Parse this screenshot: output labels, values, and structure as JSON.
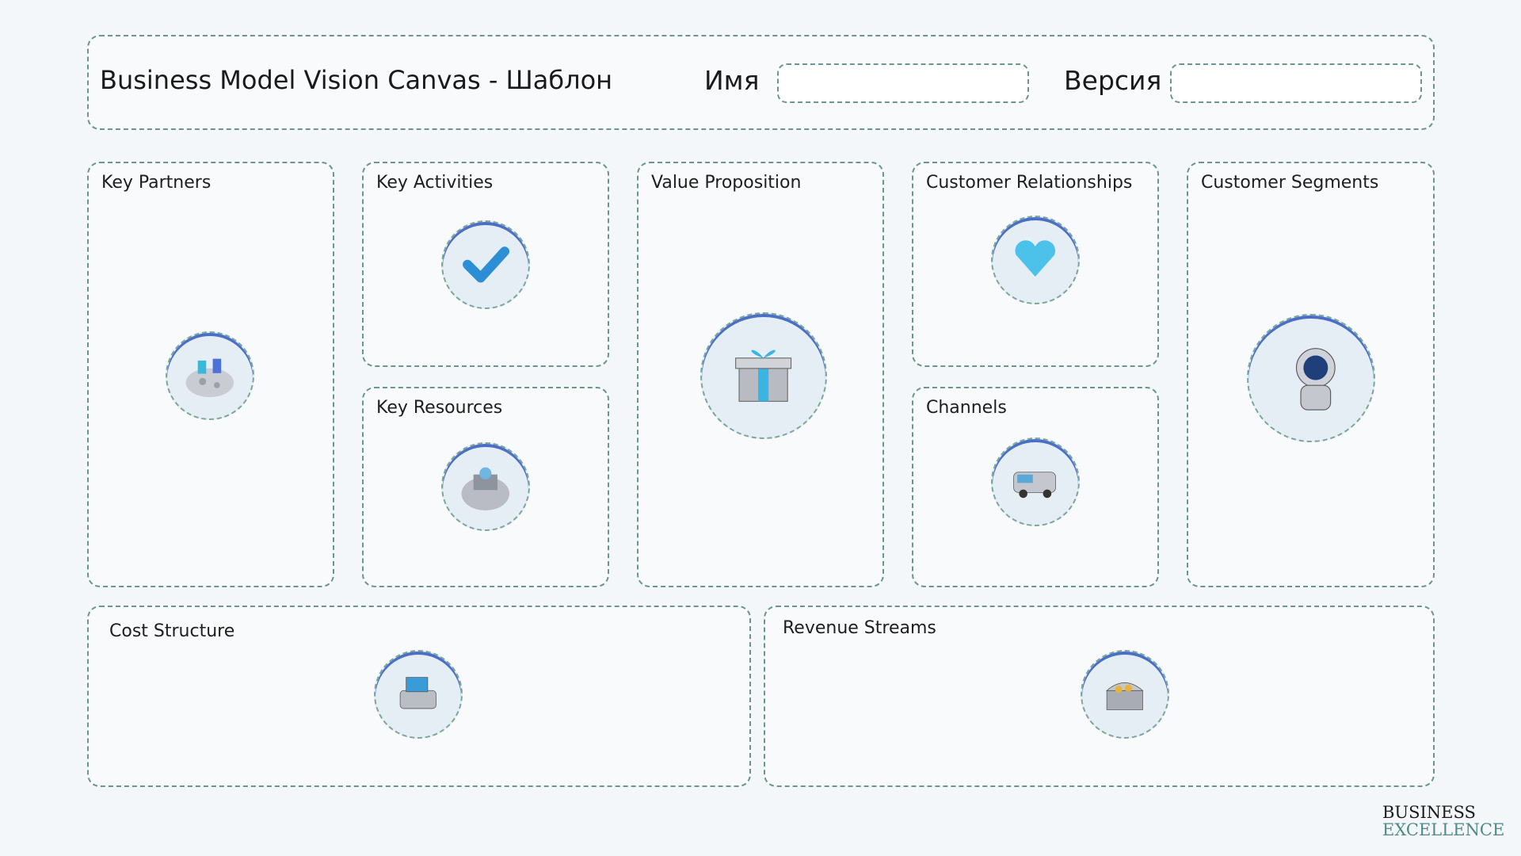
{
  "header": {
    "title": "Business Model Vision Canvas - Шаблон",
    "name_label": "Имя",
    "name_value": "",
    "version_label": "Версия",
    "version_value": ""
  },
  "blocks": {
    "key_partners": "Key Partners",
    "key_activities": "Key Activities",
    "key_resources": "Key Resources",
    "value_proposition": "Value Proposition",
    "customer_relationships": "Customer Relationships",
    "channels": "Channels",
    "customer_segments": "Customer Segments",
    "cost_structure": "Cost Structure",
    "revenue_streams": "Revenue Streams"
  },
  "logo": {
    "line1": "BUSINESS",
    "line2": "EXCELLENCE"
  }
}
